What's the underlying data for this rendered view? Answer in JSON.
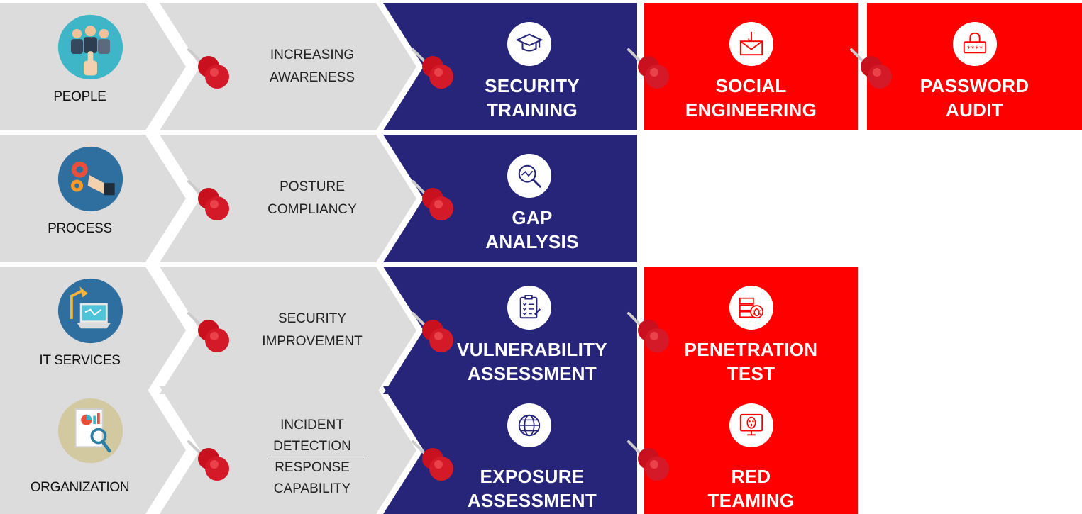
{
  "rows": [
    {
      "category": "PEOPLE",
      "category_icon": "people-target-icon",
      "mid_lines": [
        "INCREASING",
        "AWARENESS"
      ],
      "primary": {
        "lines": [
          "SECURITY",
          "TRAINING"
        ],
        "icon": "graduation-cap-icon"
      },
      "extras": [
        {
          "lines": [
            "SOCIAL",
            "ENGINEERING"
          ],
          "icon": "phishing-email-icon"
        },
        {
          "lines": [
            "PASSWORD",
            "AUDIT"
          ],
          "icon": "password-lock-icon"
        }
      ]
    },
    {
      "category": "PROCESS",
      "category_icon": "gears-hand-icon",
      "mid_lines": [
        "POSTURE",
        "COMPLIANCY"
      ],
      "primary": {
        "lines": [
          "GAP",
          "ANALYSIS"
        ],
        "icon": "magnifier-chart-icon"
      },
      "extras": []
    },
    {
      "category": "IT SERVICES",
      "category_icon": "laptop-lamp-icon",
      "mid_lines": [
        "SECURITY",
        "IMPROVEMENT"
      ],
      "primary": {
        "lines": [
          "VULNERABILITY",
          "ASSESSMENT"
        ],
        "icon": "checklist-icon"
      },
      "extras": [
        {
          "lines": [
            "PENETRATION",
            "TEST"
          ],
          "icon": "server-bug-icon"
        }
      ]
    },
    {
      "category": "ORGANIZATION",
      "category_icon": "report-magnifier-icon",
      "mid_lines": [
        "INCIDENT",
        "DETECTION",
        "RESPONSE",
        "CAPABILITY"
      ],
      "primary": {
        "lines": [
          "EXPOSURE",
          "ASSESSMENT"
        ],
        "icon": "globe-icon"
      },
      "extras": [
        {
          "lines": [
            "RED",
            "TEAMING"
          ],
          "icon": "screen-mask-icon"
        }
      ]
    }
  ],
  "colors": {
    "grey": "#dcdcdc",
    "navy": "#262579",
    "red": "#fe0000",
    "pin": "#c8101e"
  }
}
